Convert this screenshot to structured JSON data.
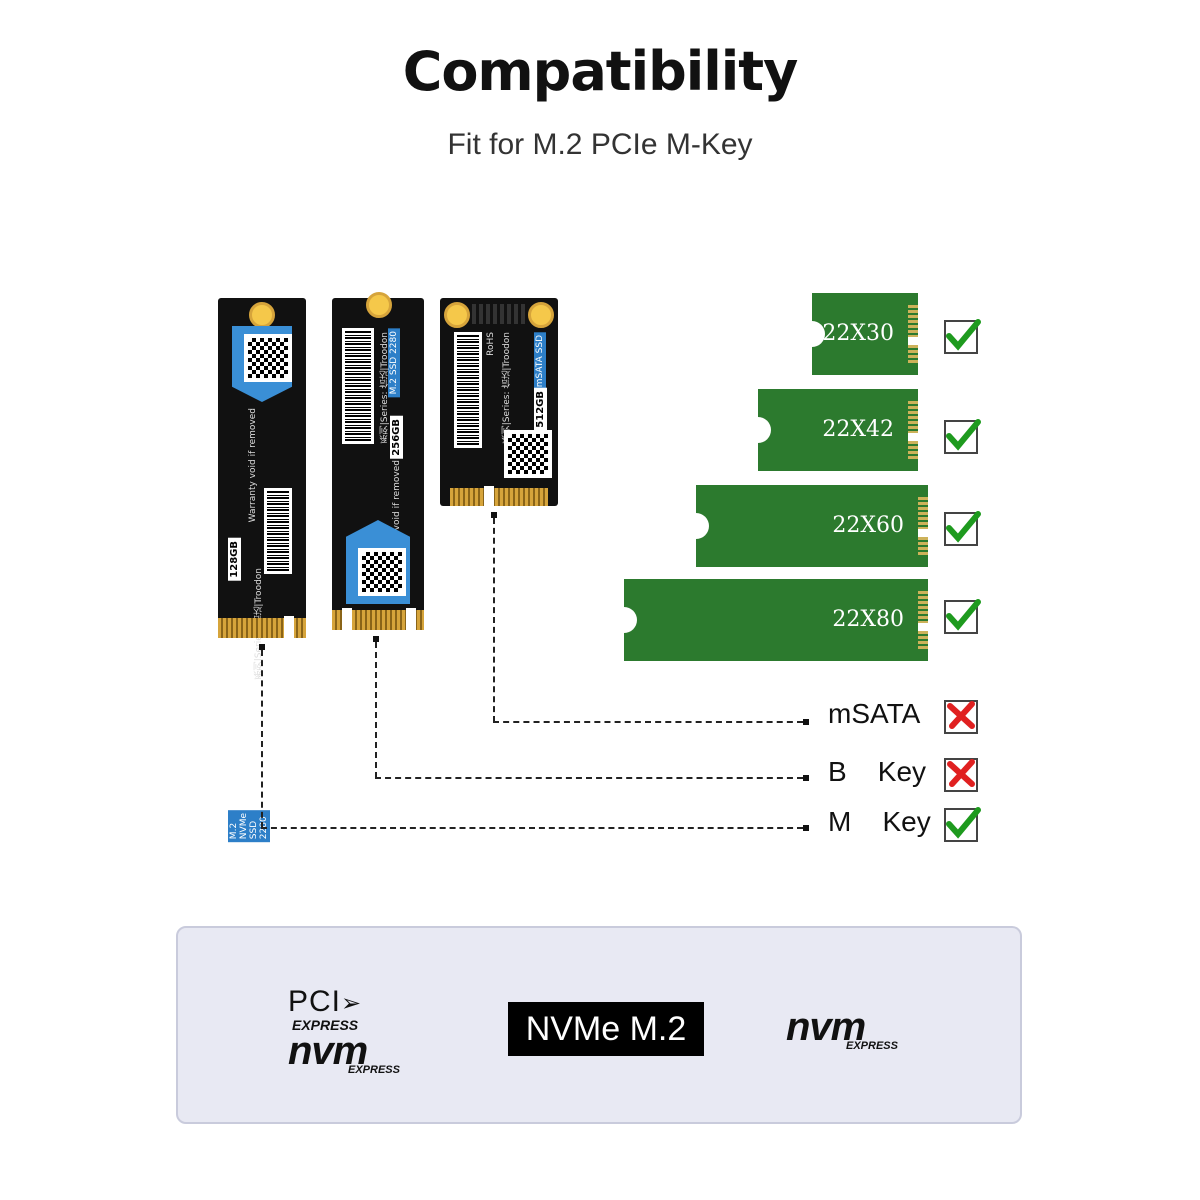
{
  "header": {
    "title": "Compatibility",
    "subtitle": "Fit for M.2 PCIe M-Key"
  },
  "ssds": [
    {
      "capacity": "128GB",
      "model": "M.2 NVMe SSD 2280",
      "series": "系列|Series: 信达|Troodon",
      "warranty": "Warranty void if removed"
    },
    {
      "capacity": "256GB",
      "model": "M.2 SSD 2280",
      "series": "系列|Series: 信达|Troodon",
      "warranty": "Warranty void if removed"
    },
    {
      "capacity": "512GB",
      "model": "mSATA SSD",
      "series": "系列|Series: 信达|Troodon",
      "warranty": "RoHS"
    }
  ],
  "sizes": [
    {
      "label": "22X30",
      "compatible": true
    },
    {
      "label": "22X42",
      "compatible": true
    },
    {
      "label": "22X60",
      "compatible": true
    },
    {
      "label": "22X80",
      "compatible": true
    }
  ],
  "interfaces": [
    {
      "label": "mSATA",
      "compatible": false
    },
    {
      "label": "B    Key",
      "compatible": false
    },
    {
      "label": "M    Key",
      "compatible": true
    }
  ],
  "logos": {
    "pci": "PCI",
    "express": "EXPRESS",
    "nvm": "nvm",
    "express_small": "EXPRESS",
    "nvme_m2": "NVMe M.2",
    "nvm2": "nvm",
    "express_small2": "EXPRESS"
  },
  "colors": {
    "board_green": "#2c7a2e",
    "check_green": "#1e9a1e",
    "cross_red": "#e02020",
    "ssd_blue": "#3a8fd6",
    "panel_bg": "#e8e9f3"
  }
}
